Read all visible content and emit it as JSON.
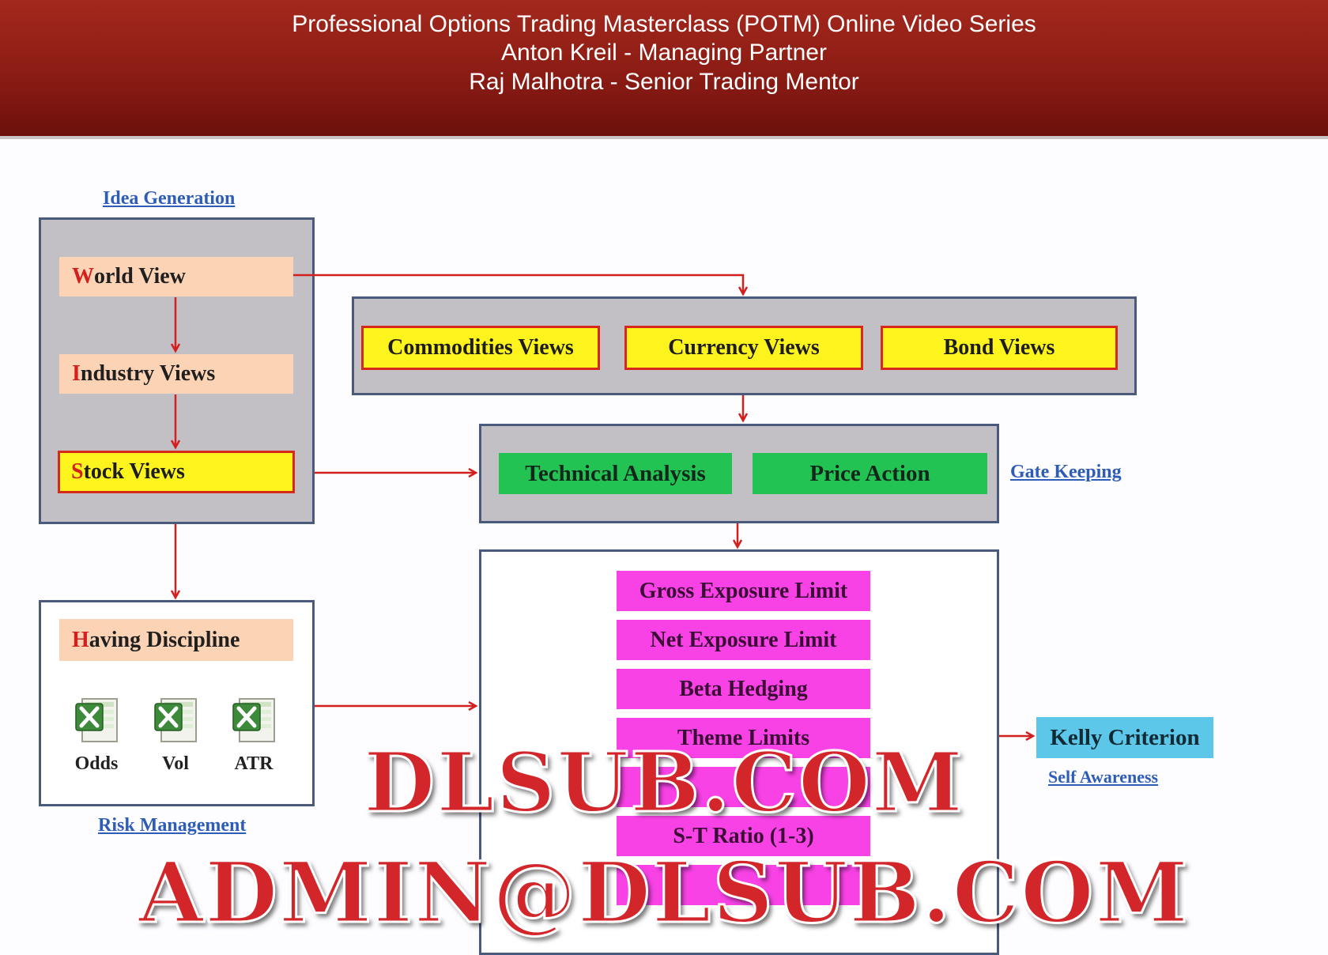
{
  "banner": {
    "line1": "Professional Options Trading Masterclass (POTM) Online Video Series",
    "line2": "Anton Kreil - Managing Partner",
    "line3": "Raj Malhotra - Senior Trading Mentor"
  },
  "labels": {
    "idea_generation": "Idea Generation",
    "gate_keeping": "Gate Keeping",
    "risk_management": "Risk Management",
    "self_awareness": "Self Awareness"
  },
  "idea": {
    "world_cap": "W",
    "world_rest": "orld View",
    "industry_cap": "I",
    "industry_rest": "ndustry Views",
    "stock_cap": "S",
    "stock_rest": "tock Views"
  },
  "macro_views": [
    "Commodities Views",
    "Currency Views",
    "Bond Views"
  ],
  "gate_items": [
    "Technical Analysis",
    "Price Action"
  ],
  "discipline": {
    "cap": "H",
    "rest": "aving Discipline",
    "files": [
      "Odds",
      "Vol",
      "ATR"
    ]
  },
  "risk_limits": [
    "Gross Exposure Limit",
    "Net Exposure Limit",
    "Beta Hedging",
    "Theme Limits",
    "S-T Ratio (1-3)"
  ],
  "kelly": "Kelly Criterion",
  "watermark": {
    "line1": "DLSUB.COM",
    "line2": "ADMIN@DLSUB.COM"
  },
  "colors": {
    "banner": "#8b1c14",
    "arrow": "#d3201e",
    "peach": "#fcd3b4",
    "yellow": "#fdf31d",
    "green": "#22c353",
    "magenta": "#f842e6",
    "blue": "#5cc7e8",
    "link": "#2e5db8"
  },
  "icons": [
    "spreadsheet-icon"
  ]
}
